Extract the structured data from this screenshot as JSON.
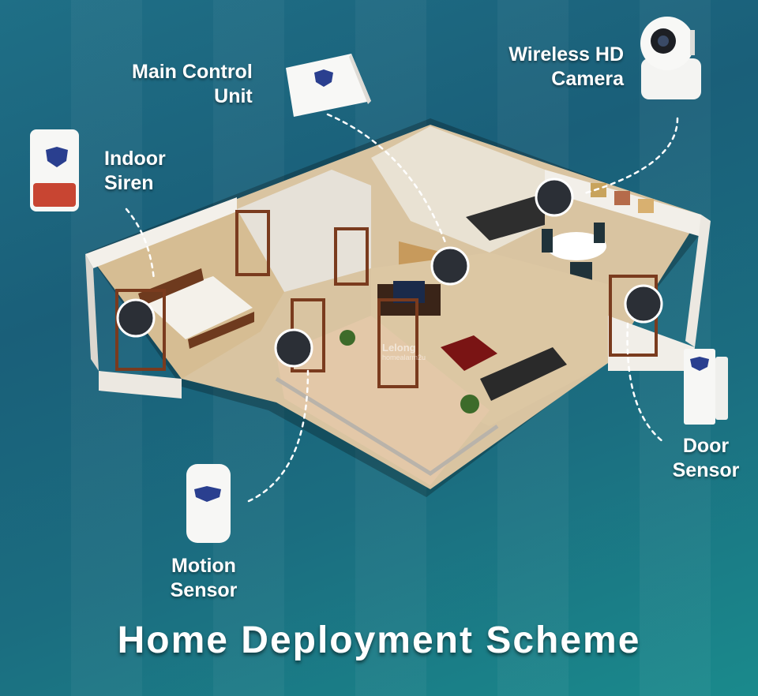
{
  "title": "Home Deployment Scheme",
  "devices": {
    "main_control_unit": [
      "Main Control",
      "Unit"
    ],
    "wireless_hd_camera": [
      "Wireless HD",
      "Camera"
    ],
    "indoor_siren": [
      "Indoor",
      "Siren"
    ],
    "door_sensor": [
      "Door",
      "Sensor"
    ],
    "motion_sensor": [
      "Motion",
      "Sensor"
    ]
  },
  "watermark": {
    "brand": "Lelong",
    "sub": "homealarm2u"
  },
  "colors": {
    "background": "#1a6a80",
    "marker": "#2b2f36",
    "label_text": "#ffffff"
  }
}
